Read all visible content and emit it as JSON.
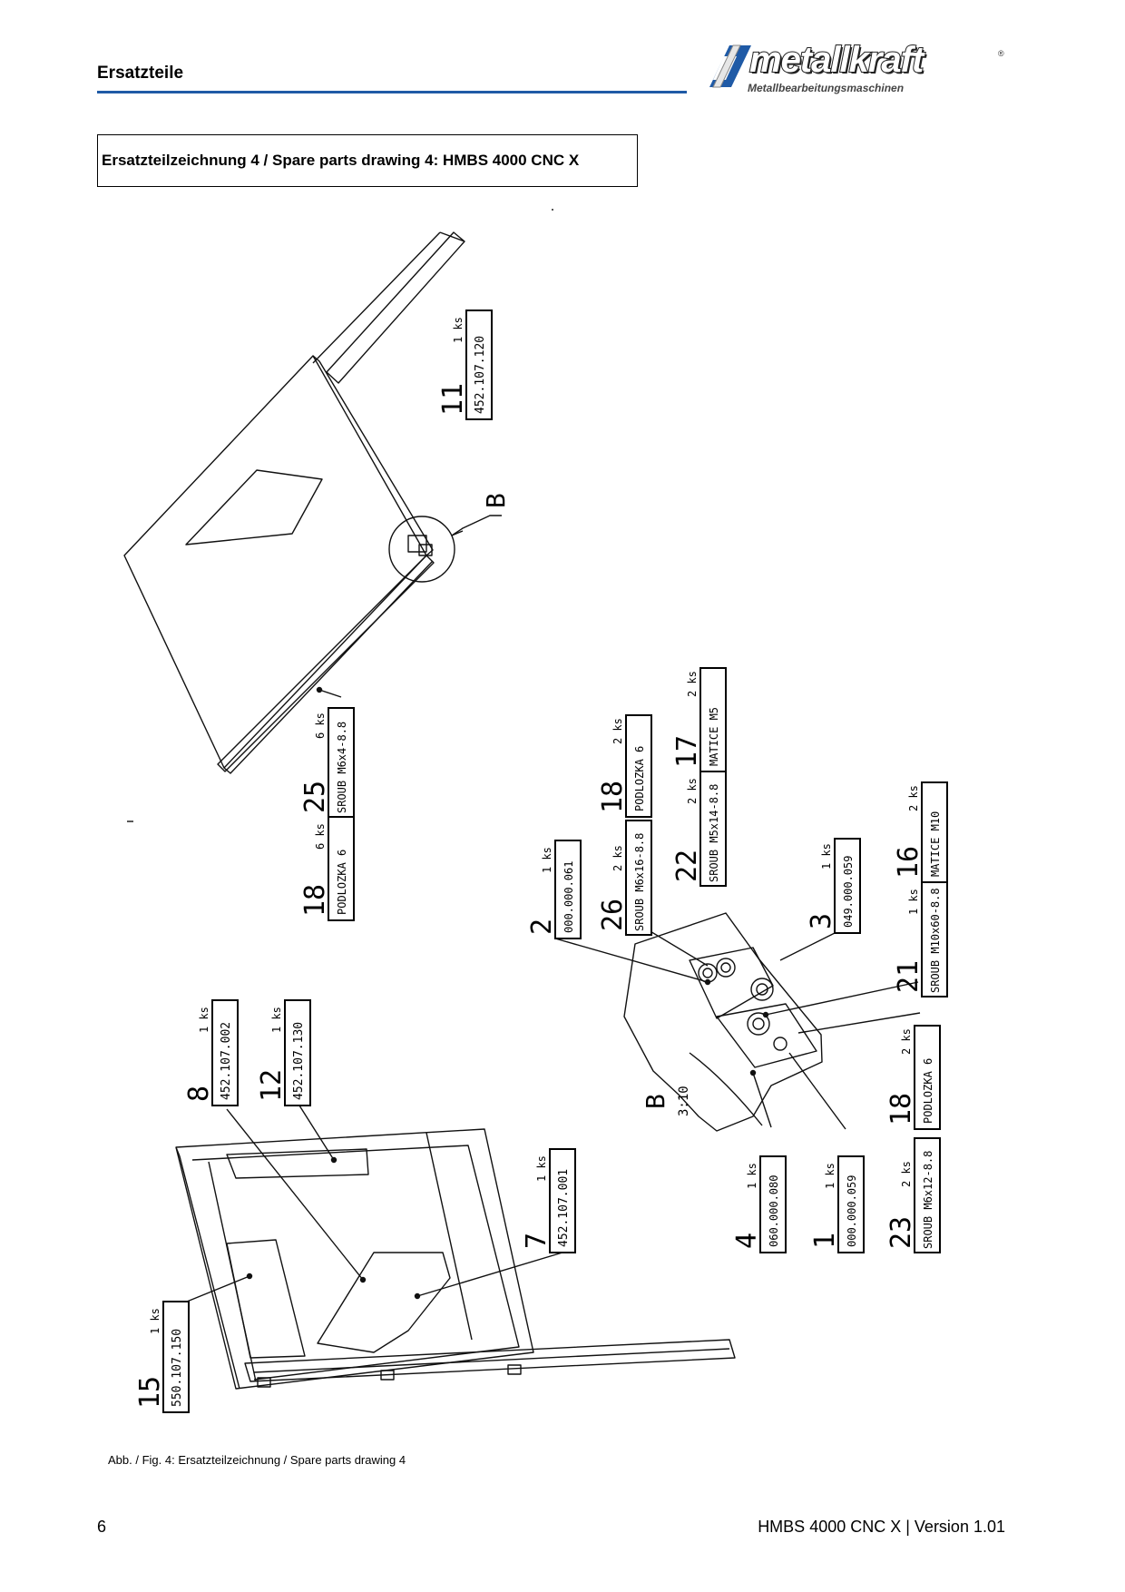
{
  "header": {
    "section_title": "Ersatzteile",
    "logo_brand": "metallkraft",
    "logo_registered": "®",
    "logo_tagline": "Metallbearbeitungsmaschinen",
    "logo_icon": "slash-logo-icon"
  },
  "title_box": "Ersatzteilzeichnung 4 / Spare parts drawing 4: HMBS 4000 CNC X",
  "detail_label": {
    "letter": "B",
    "scale": "3:10"
  },
  "callouts": [
    {
      "id": "c11",
      "num": "11",
      "qty": "1 ks",
      "desc": "452.107.120"
    },
    {
      "id": "c25",
      "num": "25",
      "qty": "6 ks",
      "desc": "SROUB M6x4-8.8"
    },
    {
      "id": "c18a",
      "num": "18",
      "qty": "6 ks",
      "desc": "PODLOZKA 6"
    },
    {
      "id": "c2",
      "num": "2",
      "qty": "1 ks",
      "desc": "000.000.061"
    },
    {
      "id": "c26",
      "num": "26",
      "qty": "2 ks",
      "desc": "SROUB M6x16-8.8"
    },
    {
      "id": "c18b",
      "num": "18",
      "qty": "2 ks",
      "desc": "PODLOZKA 6"
    },
    {
      "id": "c22",
      "num": "22",
      "qty": "2 ks",
      "desc": "SROUB M5x14-8.8"
    },
    {
      "id": "c17",
      "num": "17",
      "qty": "2 ks",
      "desc": "MATICE M5"
    },
    {
      "id": "c3",
      "num": "3",
      "qty": "1 ks",
      "desc": "049.000.059"
    },
    {
      "id": "c21",
      "num": "21",
      "qty": "1 ks",
      "desc": "SROUB M10x60-8.8"
    },
    {
      "id": "c16",
      "num": "16",
      "qty": "2 ks",
      "desc": "MATICE M10"
    },
    {
      "id": "c8",
      "num": "8",
      "qty": "1 ks",
      "desc": "452.107.002"
    },
    {
      "id": "c12",
      "num": "12",
      "qty": "1 ks",
      "desc": "452.107.130"
    },
    {
      "id": "c7",
      "num": "7",
      "qty": "1 ks",
      "desc": "452.107.001"
    },
    {
      "id": "c15",
      "num": "15",
      "qty": "1 ks",
      "desc": "550.107.150"
    },
    {
      "id": "c4",
      "num": "4",
      "qty": "1 ks",
      "desc": "060.000.080"
    },
    {
      "id": "c1",
      "num": "1",
      "qty": "1 ks",
      "desc": "000.000.059"
    },
    {
      "id": "c23",
      "num": "23",
      "qty": "2 ks",
      "desc": "SROUB M6x12-8.8"
    },
    {
      "id": "c18c",
      "num": "18",
      "qty": "2 ks",
      "desc": "PODLOZKA 6"
    }
  ],
  "caption": "Abb. / Fig.  4: Ersatzteilzeichnung / Spare parts drawing 4",
  "footer": {
    "page_number": "6",
    "doc_version": "HMBS 4000 CNC X | Version 1.01"
  }
}
